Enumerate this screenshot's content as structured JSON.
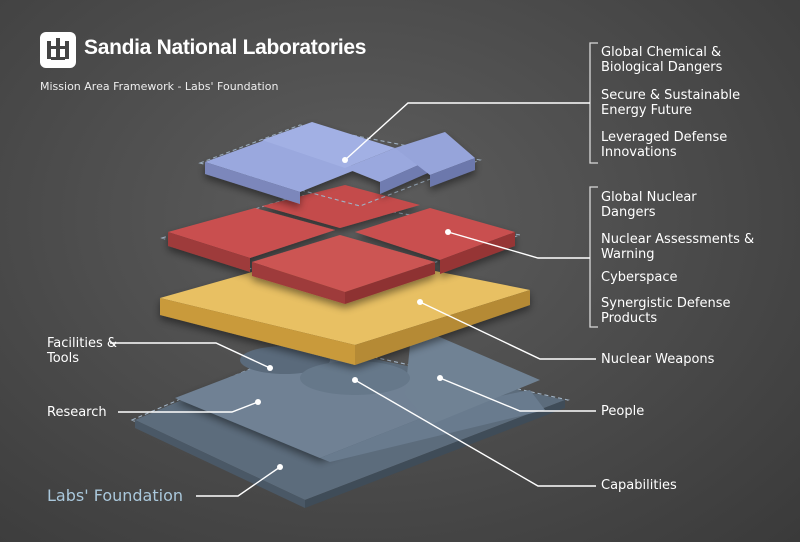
{
  "header": {
    "brand": "Sandia National Laboratories",
    "subtitle": "Mission Area Framework - Labs' Foundation"
  },
  "logo": {
    "icon": "sandia-thunderbird-icon"
  },
  "colors": {
    "blue_layer": "#9aa8de",
    "red_layer": "#c9504f",
    "gold_layer": "#e8c064",
    "foundation": "#6f8194",
    "foundation_label": "#aac8dc",
    "background": "#4a4a4a"
  },
  "labels": {
    "chem_bio": "Global Chemical & Biological Dangers",
    "energy": "Secure & Sustainable Energy Future",
    "defense_innov": "Leveraged Defense Innovations",
    "nuclear_dangers": "Global Nuclear Dangers",
    "assessments": "Nuclear Assessments & Warning",
    "cyberspace": "Cyberspace",
    "synergistic": "Synergistic Defense Products",
    "nuclear_weapons": "Nuclear Weapons",
    "people": "People",
    "capabilities": "Capabilities",
    "facilities": "Facilities & Tools",
    "research": "Research",
    "foundation": "Labs' Foundation"
  }
}
